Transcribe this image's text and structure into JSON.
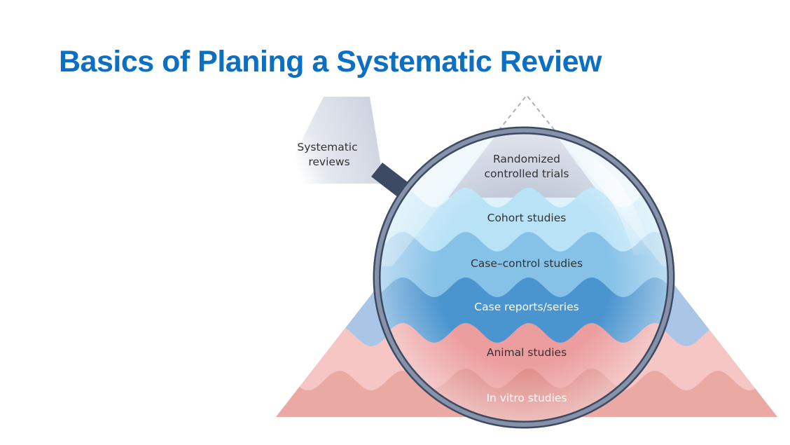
{
  "title": "Basics of Planing a Systematic Review",
  "diagram": {
    "type": "evidence-pyramid-with-magnifier",
    "apex_label": [
      "Systematic",
      "reviews"
    ],
    "levels": [
      {
        "label": [
          "Randomized",
          "controlled trials"
        ],
        "color": "#c9d2e0",
        "text_color": "#333333"
      },
      {
        "label": [
          "Cohort studies"
        ],
        "color": "#b8e2f6",
        "text_color": "#333333"
      },
      {
        "label": [
          "Case–control studies"
        ],
        "color": "#86c1e7",
        "text_color": "#333333"
      },
      {
        "label": [
          "Case reports/series"
        ],
        "color": "#4a94cf",
        "text_color": "#ffffff"
      },
      {
        "label": [
          "Animal studies"
        ],
        "color": "#ec9d9d",
        "text_color": "#333333"
      },
      {
        "label": [
          "In vitro studies"
        ],
        "color": "#df8a86",
        "text_color": "#ffffff"
      }
    ],
    "colors": {
      "title": "#0b6fc4",
      "lens_rim": "#8592aa",
      "lens_rim_dark": "#3d4a63",
      "handle": "#3d4a63",
      "pyramid_blue": "#a9c6e6",
      "pyramid_pink_light": "#f6c6c4",
      "pyramid_pink": "#eba9a4"
    }
  }
}
